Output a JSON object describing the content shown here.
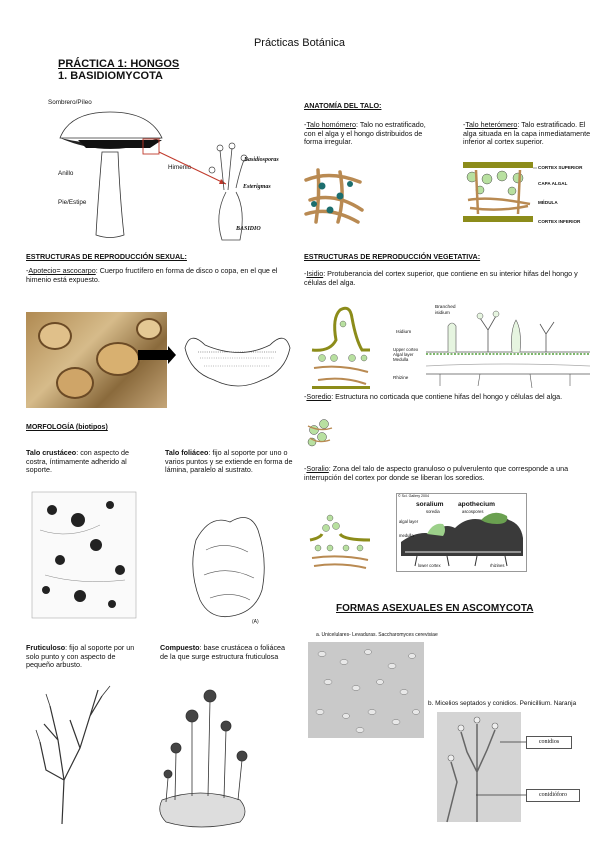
{
  "header": {
    "title": "Prácticas Botánica"
  },
  "practice": {
    "title": "PRÁCTICA 1: HONGOS",
    "subtitle": "1. BASIDIOMYCOTA"
  },
  "mushroom": {
    "labels": {
      "cap": "Sombrero/Píleo",
      "ring": "Anillo",
      "stem": "Pie/Estipe",
      "hymenium": "Himenio"
    },
    "basidium_labels": {
      "spores": "Basidiosporas",
      "sterigmata": "Esterigmas",
      "basidium": "BASIDIO"
    }
  },
  "sexual": {
    "heading": "ESTRUCTURAS DE REPRODUCCIÓN SEXUAL:",
    "term": "Apotecio= ascocarpo",
    "text": ": Cuerpo fructífero en forma de disco o copa, en el que el himenio está expuesto."
  },
  "morphology": {
    "heading": "MORFOLOGÍA (biotipos)",
    "items": [
      {
        "term": "Talo crustáceo",
        "text": ": con aspecto de costra, íntimamente adherido al soporte."
      },
      {
        "term": "Talo foliáceo",
        "text": ": fijo al soporte por uno  o varios puntos y se extiende en forma de lámina, paralelo al sustrato."
      },
      {
        "term": "Fruticuloso",
        "text": ": fijo al soporte por un solo punto y con aspecto de pequeño arbusto."
      },
      {
        "term": "Compuesto",
        "text": ": base crustácea o foliácea de la que surge estructura fruticulosa"
      }
    ],
    "foliose_tag": "(A)"
  },
  "anatomy": {
    "heading": "ANATOMÍA DEL TALO:",
    "homo_term": "Talo homómero",
    "homo_text": ": Talo no estratificado, con el alga y el hongo distribuidos de forma irregular.",
    "hetero_term": "Talo heterómero",
    "hetero_text": ": Talo estratificado. El alga situada en la capa inmediatamente inferior al cortex superior.",
    "layers": [
      "CORTEX SUPERIOR",
      "CAPA  ALGAL",
      "MÉDULA",
      "CORTEX INFERIOR"
    ]
  },
  "vegetative": {
    "heading": "ESTRUCTURAS DE REPRODUCCIÓN VEGETATIVA:",
    "isidio_term": "Isidio",
    "isidio_text": ": Protuberancia del cortex superior, que contiene en su interior hifas del hongo y células del alga.",
    "isidia_labels": {
      "branched": "Branched",
      "isidium_top": "isidium",
      "isidium": "Isidium",
      "upper": "Upper cortex",
      "algal": "Algal layer",
      "medulla": "Medulla",
      "rhizine": "Rhizine"
    },
    "soredio_term": "Soredio",
    "soredio_text": ": Estructura no corticada que contiene hifas del hongo y células del alga.",
    "soralio_term": "Soralio",
    "soralio_text": ": Zona del talo de aspecto granuloso o pulverulento que corresponde a una interrupción del cortex por donde se liberan los soredios.",
    "soralium_labels": {
      "copyright": "© Sci. Gallery 2004",
      "soralium": "soralium",
      "apothecium": "apothecium",
      "soredia": "soredia",
      "ascospores": "ascospores",
      "upper_cortex": "upper cortex",
      "algal": "algal layer",
      "medulla": "medulla",
      "lower": "lower cortex",
      "rhizines": "rhizines"
    }
  },
  "asexual": {
    "heading": "FORMAS ASEXUALES EN ASCOMYCOTA",
    "caption_a": "a.  Unicelulares- Levaduras. Saccharomyces cerevisiae",
    "caption_b": "b.  Micelios septados y conidios. Penicillium. Naranja",
    "label_conidios": "conidios",
    "label_conidioforo": "conidióforo"
  }
}
